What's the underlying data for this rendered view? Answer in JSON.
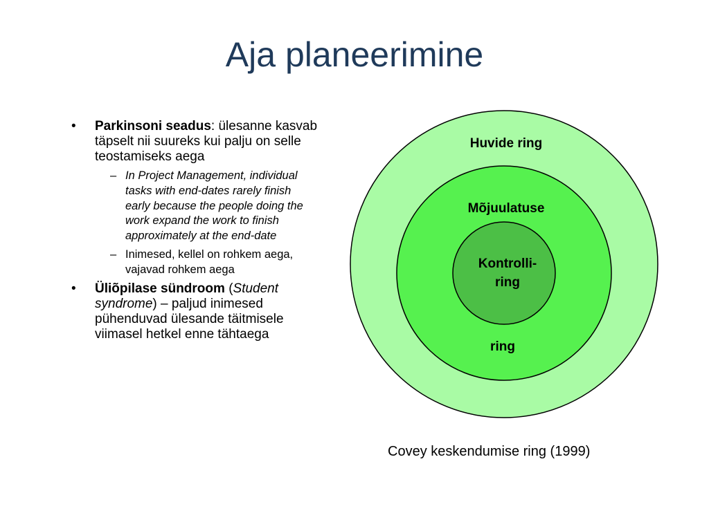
{
  "slide": {
    "title": "Aja planeerimine"
  },
  "bullets": [
    {
      "bold": "Parkinsoni seadus",
      "text": ": ülesanne kasvab täpselt nii suureks kui palju on selle teostamiseks aega",
      "sub": [
        {
          "text": "In Project Management, individual tasks with end-dates rarely finish early because the people doing the work expand the work to finish approximately at the end-date",
          "italic": true
        },
        {
          "text": "Inimesed, kellel on rohkem aega, vajavad rohkem aega",
          "italic": false
        }
      ]
    },
    {
      "bold": "Üliõpilase sündroom",
      "open_paren": " (",
      "italic": "Student syndrome",
      "text": ") – paljud inimesed pühenduvad ülesande täitmisele viimasel hetkel enne tähtaega"
    }
  ],
  "bullet_marker": "•",
  "sub_marker": "–",
  "diagram": {
    "outer_label": "Huvide ring",
    "middle_label_top": "Mõjuulatuse",
    "middle_label_bottom": "ring",
    "inner_label_line1": "Kontrolli-",
    "inner_label_line2": "ring",
    "colors": {
      "outer": "#A9FBA5",
      "middle": "#56F14F",
      "inner": "#4CBF46",
      "stroke": "#000000"
    },
    "caption": "Covey keskendumise ring (1999)"
  }
}
